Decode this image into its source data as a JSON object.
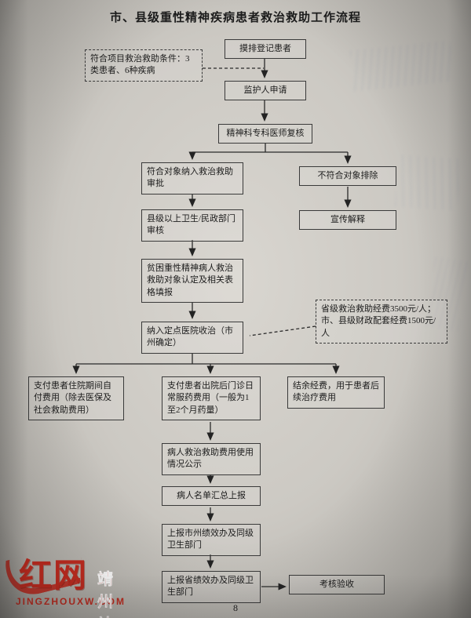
{
  "title": "市、县级重性精神疾病患者救治救助工作流程",
  "page_number": "8",
  "nodes": {
    "register": "摸排登记患者",
    "criteria": "符合项目救治救助条件：3类患者、6种疾病",
    "guardian": "监护人申请",
    "review": "精神科专科医师复核",
    "approve": "符合对象纳入救治救助审批",
    "exclude": "不符合对象排除",
    "audit": "县级以上卫生/民政部门审核",
    "explain": "宣传解释",
    "identify": "贫困重性精神病人救治救助对象认定及相关表格填报",
    "hospital": "纳入定点医院收治（市州确定）",
    "funds": "省级救治救助经费3500元/人；市、县级财政配套经费1500元/人",
    "pay_inpatient": "支付患者住院期间自付费用（除去医保及社会救助费用）",
    "pay_outpatient": "支付患者出院后门诊日常服药费用（一般为1至2个月药量）",
    "surplus": "结余经费，用于患者后续治疗费用",
    "publicity": "病人救治救助费用使用情况公示",
    "rollup": "病人名单汇总上报",
    "report_city": "上报市州绩效办及同级卫生部门",
    "report_province": "上报省绩效办及同级卫生部门",
    "acceptance": "考核验收"
  },
  "watermark": {
    "brand": "红网",
    "station": "靖州站",
    "domain": "JINGZHOUXW.COM"
  },
  "colors": {
    "accent_red": "#c42a1e",
    "ink": "#1c1c1c"
  }
}
